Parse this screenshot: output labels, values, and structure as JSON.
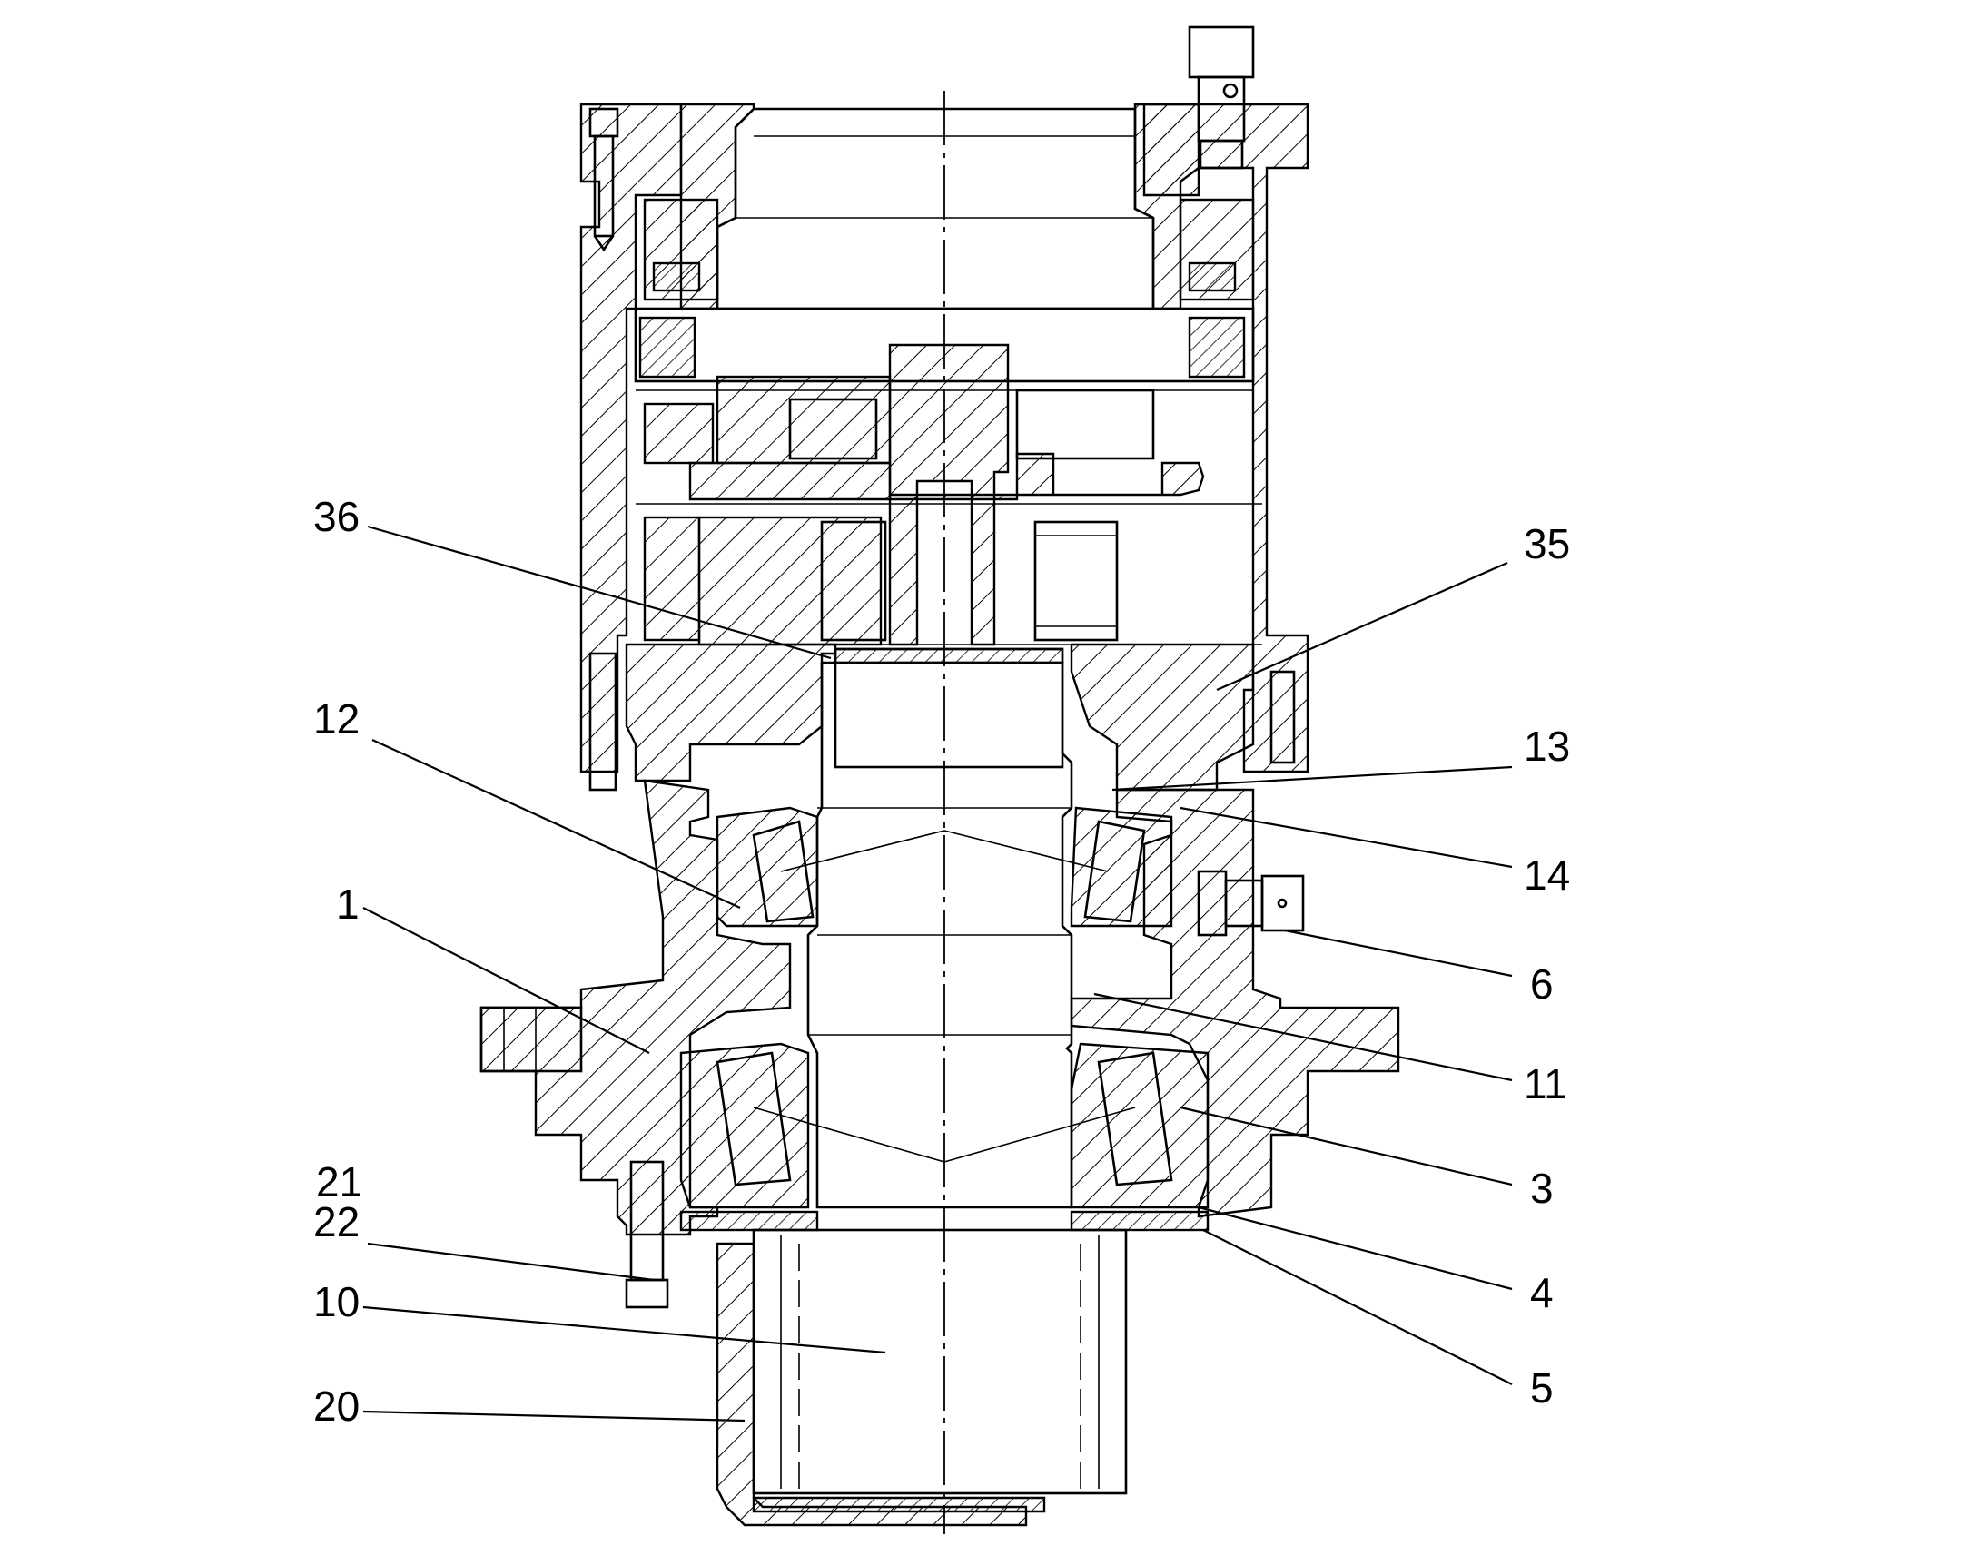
{
  "drawing": {
    "callouts": [
      {
        "id": "36",
        "label": "36"
      },
      {
        "id": "35",
        "label": "35"
      },
      {
        "id": "12",
        "label": "12"
      },
      {
        "id": "13",
        "label": "13"
      },
      {
        "id": "14",
        "label": "14"
      },
      {
        "id": "1",
        "label": "1"
      },
      {
        "id": "6",
        "label": "6"
      },
      {
        "id": "11",
        "label": "11"
      },
      {
        "id": "3",
        "label": "3"
      },
      {
        "id": "21",
        "label": "21"
      },
      {
        "id": "22",
        "label": "22"
      },
      {
        "id": "4",
        "label": "4"
      },
      {
        "id": "10",
        "label": "10"
      },
      {
        "id": "5",
        "label": "5"
      },
      {
        "id": "20",
        "label": "20"
      }
    ]
  }
}
